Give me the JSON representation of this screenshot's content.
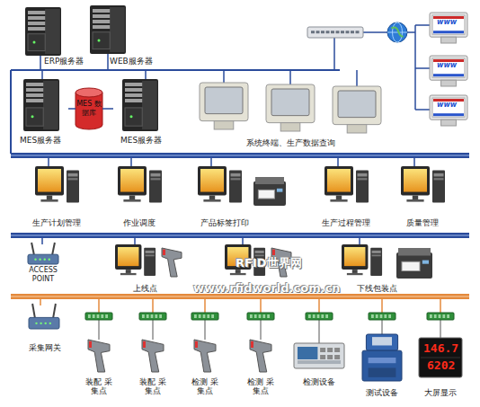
{
  "diagram": {
    "nodes": [
      {
        "text": [
          "ERP服务器"
        ]
      },
      {
        "text": [
          "WEB服务器"
        ]
      },
      {
        "text": [
          "MES服务器"
        ]
      },
      {
        "text": [
          "MES 数据库"
        ]
      },
      {
        "text": [
          "MES服务器"
        ]
      },
      {
        "text": [
          "系统终端、生产数据查询"
        ]
      },
      {
        "text": [
          "生产计划管理"
        ]
      },
      {
        "text": [
          "作业调度"
        ]
      },
      {
        "text": [
          "产品标签打印"
        ]
      },
      {
        "text": [
          "生产过程管理"
        ]
      },
      {
        "text": [
          "质量管理"
        ]
      },
      {
        "text": [
          "ACCESS POINT"
        ]
      },
      {
        "text": [
          "上线点"
        ]
      },
      {
        "text": [
          "下线包装点"
        ]
      },
      {
        "text": [
          "采集网关"
        ]
      },
      {
        "text": [
          "装配 采集点"
        ]
      },
      {
        "text": [
          "装配 采集点"
        ]
      },
      {
        "text": [
          "检测 采集点"
        ]
      },
      {
        "text": [
          "检测 采集点"
        ]
      },
      {
        "text": [
          "检测设备"
        ]
      },
      {
        "text": [
          "测试设备"
        ]
      },
      {
        "text": [
          "大屏显示"
        ]
      }
    ],
    "edges": [
      {
        "from": 2,
        "to": 3,
        "arrow": "none"
      },
      {
        "from": 3,
        "to": 4,
        "arrow": "none"
      }
    ],
    "labels": [
      "www",
      "www",
      "www",
      "146.7",
      "6202",
      "RFID世界网",
      "www.rfidworld.com.cn"
    ]
  }
}
